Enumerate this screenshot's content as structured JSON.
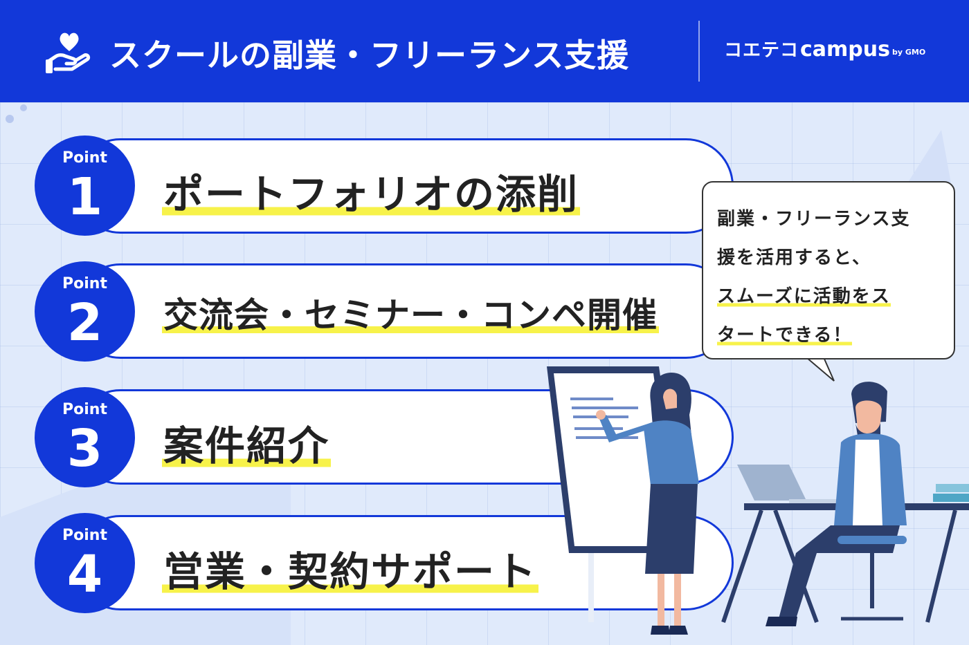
{
  "header": {
    "title": "スクールの副業・フリーランス支援",
    "brand_main": "コエテコ",
    "brand_campus": "campus",
    "brand_by": "by GMO",
    "icon": "hand-heart-icon"
  },
  "points": [
    {
      "prefix": "Point",
      "number": "1",
      "label": "ポートフォリオの添削"
    },
    {
      "prefix": "Point",
      "number": "2",
      "label": "交流会・セミナー・コンペ開催"
    },
    {
      "prefix": "Point",
      "number": "3",
      "label": "案件紹介"
    },
    {
      "prefix": "Point",
      "number": "4",
      "label": "営業・契約サポート"
    }
  ],
  "bubble": {
    "line1": "副業・フリーランス支",
    "line2": "援を活用すると、",
    "line3": "スムーズに活動をス",
    "line4": "タートできる！"
  },
  "colors": {
    "brand_blue": "#1238d9",
    "highlight_yellow": "#f7f24a",
    "background": "#e0eafb"
  }
}
